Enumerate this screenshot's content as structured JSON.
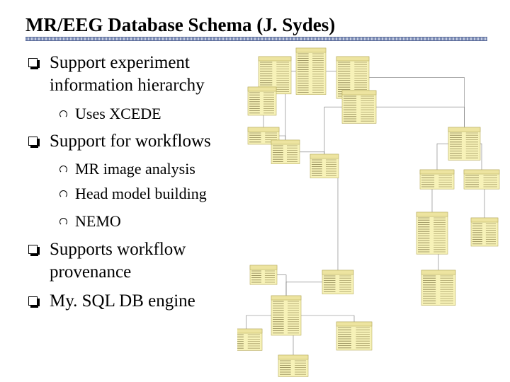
{
  "slide": {
    "title": "MR/EEG Database Schema (J. Sydes)"
  },
  "bullets": [
    {
      "lines": [
        "Support experiment",
        "information hierarchy"
      ]
    },
    {
      "lines": [
        "Support for workflows"
      ]
    },
    {
      "lines": [
        "Supports workflow",
        "provenance"
      ]
    },
    {
      "lines": [
        "My. SQL DB engine"
      ]
    }
  ],
  "sub_bullets": {
    "xcede": "Uses XCEDE",
    "mr": "MR image analysis",
    "head": "Head model building",
    "nemo": "NEMO"
  },
  "diagram": {
    "box_fill": "#f7f2b8",
    "box_stroke": "#b8ad60",
    "header_fill": "#ede4a0",
    "line_color": "#777777"
  }
}
